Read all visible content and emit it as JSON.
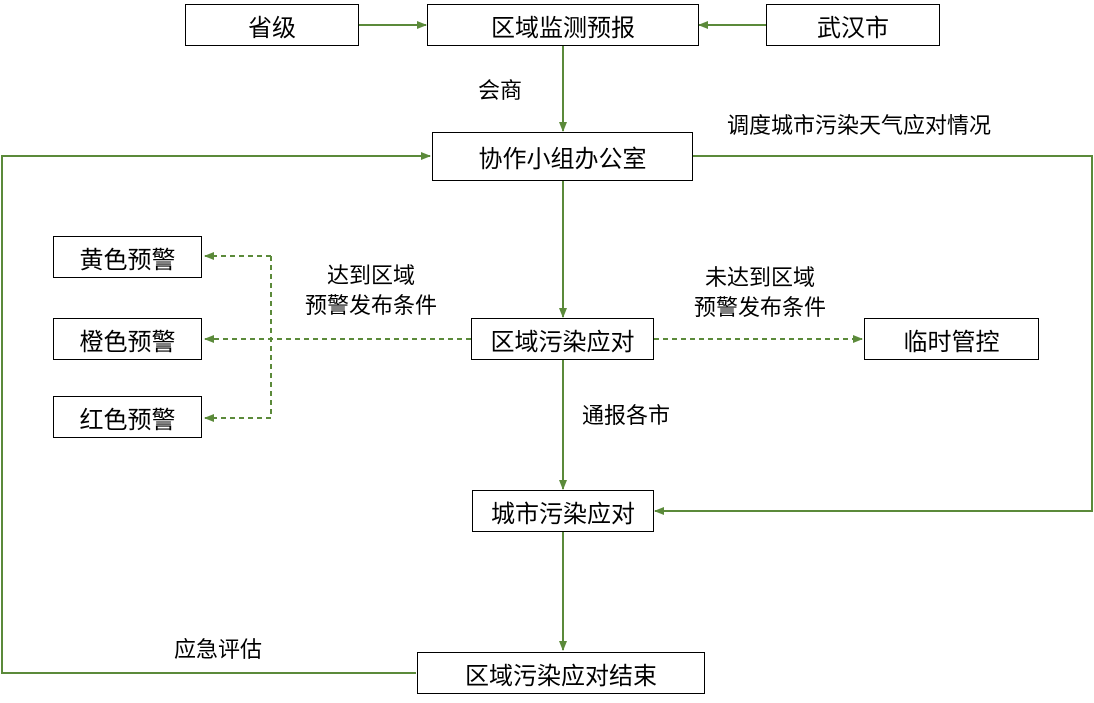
{
  "nodes": {
    "province": "省级",
    "region_monitor": "区域监测预报",
    "wuhan": "武汉市",
    "office": "协作小组办公室",
    "yellow": "黄色预警",
    "orange": "橙色预警",
    "red": "红色预警",
    "region_response": "区域污染应对",
    "temp_control": "临时管控",
    "city_response": "城市污染应对",
    "region_end": "区域污染应对结束"
  },
  "edge_labels": {
    "consult": "会商",
    "dispatch": "调度城市污染天气应对情况",
    "reach_line1": "达到区域",
    "reach_line2": "预警发布条件",
    "not_reach_line1": "未达到区域",
    "not_reach_line2": "预警发布条件",
    "notify": "通报各市",
    "evaluate": "应急评估"
  },
  "colors": {
    "arrow": "#5b8a3a",
    "border": "#000000"
  }
}
